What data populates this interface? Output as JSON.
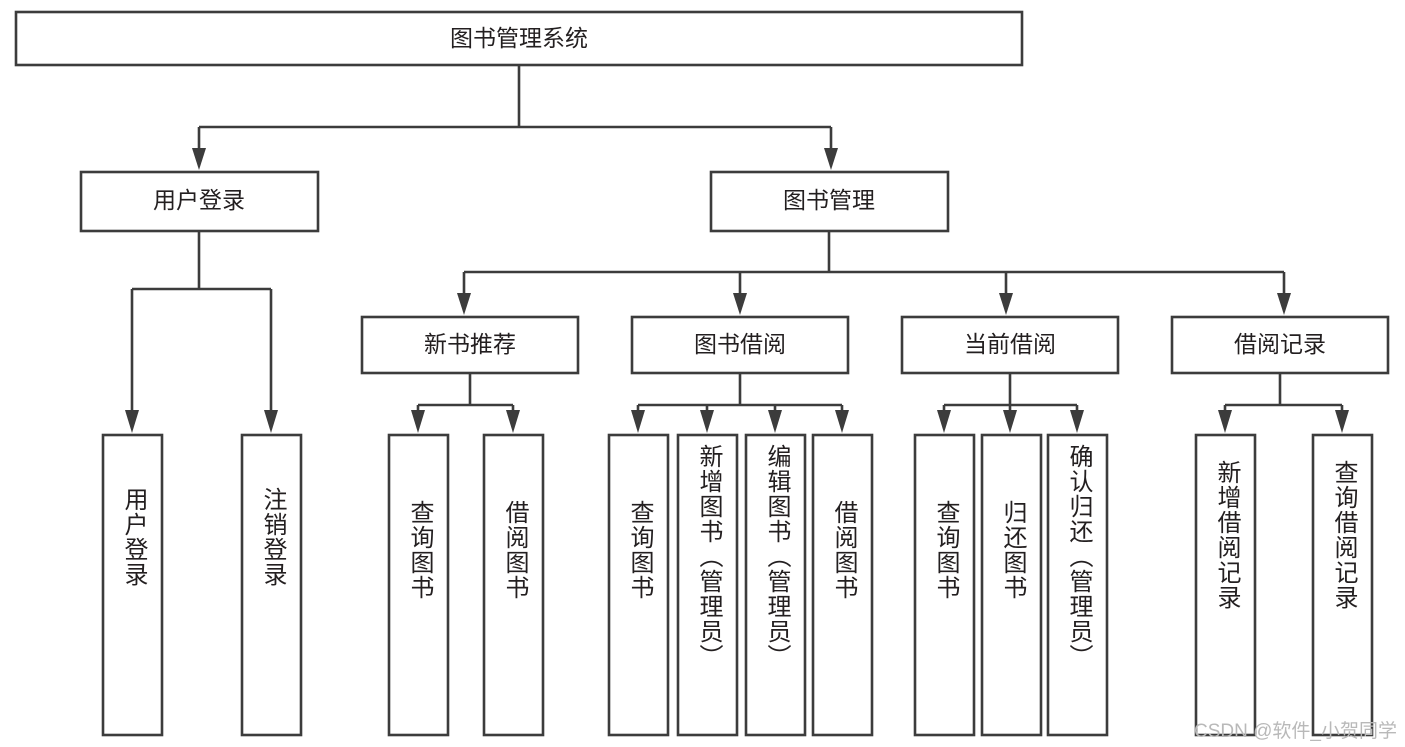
{
  "diagram": {
    "title_node": {
      "label": "图书管理系统"
    },
    "level1": [
      {
        "id": "user-login",
        "label": "用户登录"
      },
      {
        "id": "book-management",
        "label": "图书管理"
      }
    ],
    "level2": [
      {
        "id": "new-book-recommend",
        "label": "新书推荐"
      },
      {
        "id": "book-borrow",
        "label": "图书借阅"
      },
      {
        "id": "current-borrow",
        "label": "当前借阅"
      },
      {
        "id": "borrow-record",
        "label": "借阅记录"
      }
    ],
    "leaves": [
      {
        "id": "leaf-user-login",
        "label": "用户登录"
      },
      {
        "id": "leaf-logout-login",
        "label": "注销登录"
      },
      {
        "id": "leaf-query-book-1",
        "label": "查询图书"
      },
      {
        "id": "leaf-borrow-book-1",
        "label": "借阅图书"
      },
      {
        "id": "leaf-query-book-2",
        "label": "查询图书"
      },
      {
        "id": "leaf-add-book-admin",
        "label": "新增图书（管理员）"
      },
      {
        "id": "leaf-edit-book-admin",
        "label": "编辑图书（管理员）"
      },
      {
        "id": "leaf-borrow-book-2",
        "label": "借阅图书"
      },
      {
        "id": "leaf-query-book-3",
        "label": "查询图书"
      },
      {
        "id": "leaf-return-book",
        "label": "归还图书"
      },
      {
        "id": "leaf-confirm-return-admin",
        "label": "确认归还（管理员）"
      },
      {
        "id": "leaf-add-borrow-record",
        "label": "新增借阅记录"
      },
      {
        "id": "leaf-query-borrow-record",
        "label": "查询借阅记录"
      }
    ],
    "watermark": "CSDN @软件_小贺同学",
    "colors": {
      "box_stroke": "#3c3c3c",
      "box_fill": "#ffffff",
      "text": "#231f20",
      "watermark": "#b9b9b9",
      "background": "#ffffff"
    }
  }
}
